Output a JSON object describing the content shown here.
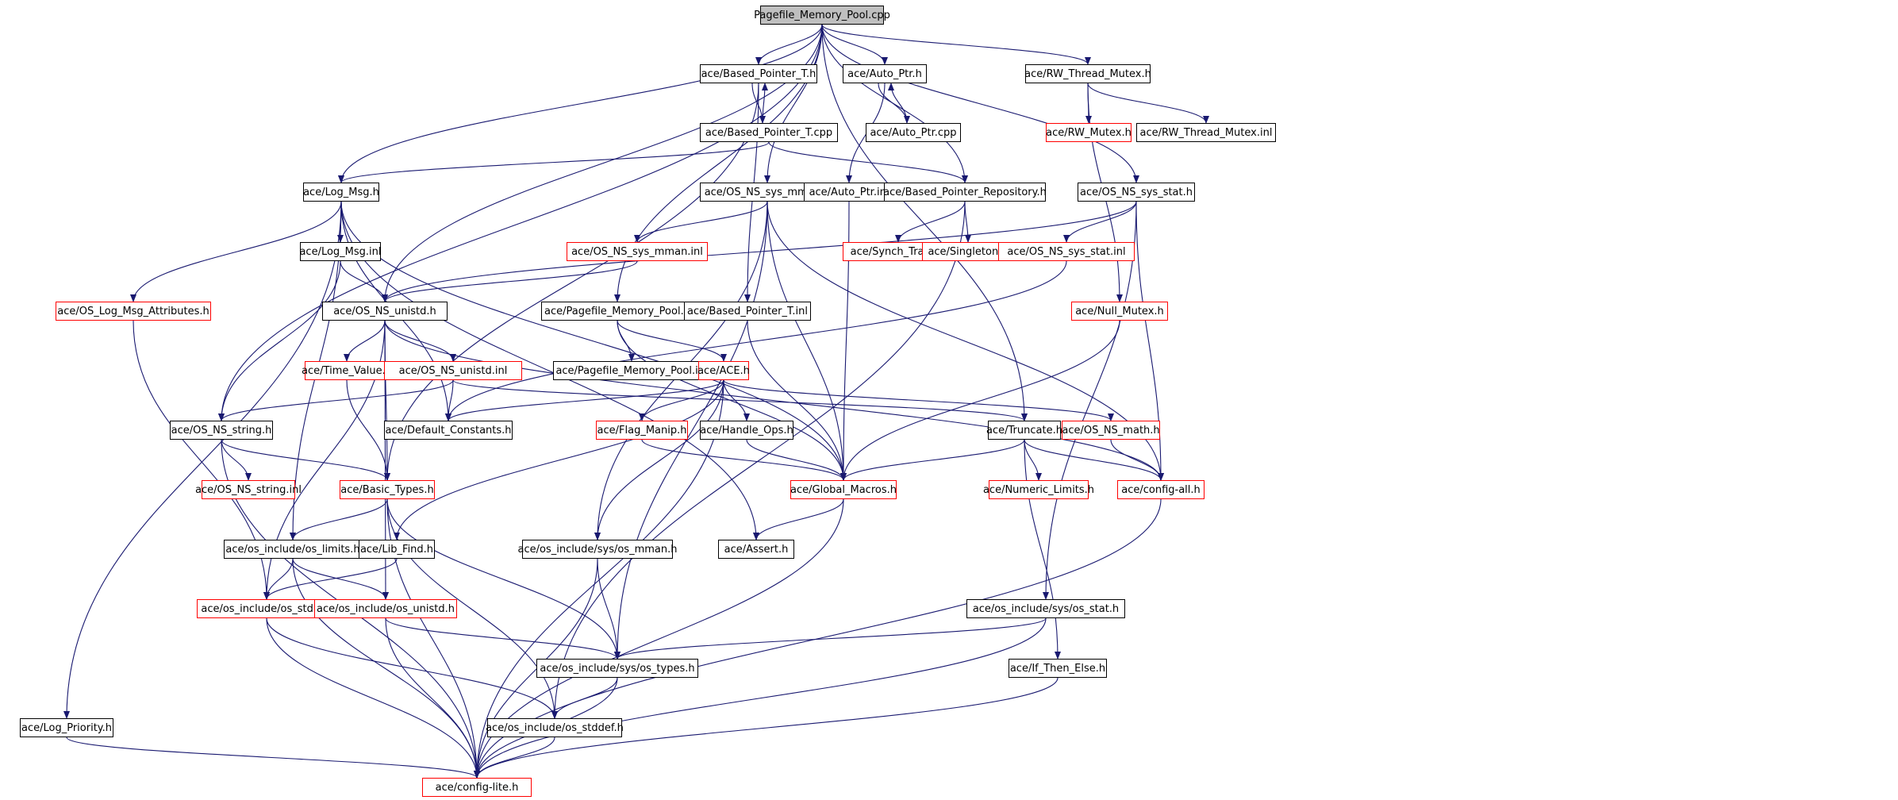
{
  "graph": {
    "root": "Pagefile_Memory_Pool.cpp",
    "edge_color": "#191970",
    "node_border_default": "#000000",
    "node_border_missing": "#ff0000",
    "root_fill": "#bfbfbf",
    "nodes": [
      {
        "id": "root",
        "label": "Pagefile_Memory_Pool.cpp",
        "border": "black",
        "root": true
      },
      {
        "id": "bpt_h",
        "label": "ace/Based_Pointer_T.h",
        "border": "black"
      },
      {
        "id": "autoptr_h",
        "label": "ace/Auto_Ptr.h",
        "border": "black"
      },
      {
        "id": "rwtm_h",
        "label": "ace/RW_Thread_Mutex.h",
        "border": "black"
      },
      {
        "id": "bpt_cpp",
        "label": "ace/Based_Pointer_T.cpp",
        "border": "black"
      },
      {
        "id": "autoptr_cpp",
        "label": "ace/Auto_Ptr.cpp",
        "border": "black"
      },
      {
        "id": "rwmutex_h",
        "label": "ace/RW_Mutex.h",
        "border": "red"
      },
      {
        "id": "rwtm_inl",
        "label": "ace/RW_Thread_Mutex.inl",
        "border": "black"
      },
      {
        "id": "logmsg_h",
        "label": "ace/Log_Msg.h",
        "border": "black"
      },
      {
        "id": "osmman_h",
        "label": "ace/OS_NS_sys_mman.h",
        "border": "black"
      },
      {
        "id": "autoptr_inl",
        "label": "ace/Auto_Ptr.inl",
        "border": "black"
      },
      {
        "id": "bpr_h",
        "label": "ace/Based_Pointer_Repository.h",
        "border": "black"
      },
      {
        "id": "osstat_h",
        "label": "ace/OS_NS_sys_stat.h",
        "border": "black"
      },
      {
        "id": "logmsg_inl",
        "label": "ace/Log_Msg.inl",
        "border": "black"
      },
      {
        "id": "osmman_inl",
        "label": "ace/OS_NS_sys_mman.inl",
        "border": "red"
      },
      {
        "id": "synch_traits",
        "label": "ace/Synch_Traits.h",
        "border": "red"
      },
      {
        "id": "singleton_h",
        "label": "ace/Singleton.h",
        "border": "red"
      },
      {
        "id": "osstat_inl",
        "label": "ace/OS_NS_sys_stat.inl",
        "border": "red"
      },
      {
        "id": "logattr_h",
        "label": "ace/OS_Log_Msg_Attributes.h",
        "border": "red"
      },
      {
        "id": "unistd_h",
        "label": "ace/OS_NS_unistd.h",
        "border": "black"
      },
      {
        "id": "pmp_h",
        "label": "ace/Pagefile_Memory_Pool.h",
        "border": "black"
      },
      {
        "id": "bpt_inl",
        "label": "ace/Based_Pointer_T.inl",
        "border": "black"
      },
      {
        "id": "nullmutex_h",
        "label": "ace/Null_Mutex.h",
        "border": "red"
      },
      {
        "id": "timevalue_h",
        "label": "ace/Time_Value.h",
        "border": "red"
      },
      {
        "id": "unistd_inl",
        "label": "ace/OS_NS_unistd.inl",
        "border": "red"
      },
      {
        "id": "pmp_inl",
        "label": "ace/Pagefile_Memory_Pool.inl",
        "border": "black"
      },
      {
        "id": "ace_h",
        "label": "ace/ACE.h",
        "border": "red"
      },
      {
        "id": "osstring_h",
        "label": "ace/OS_NS_string.h",
        "border": "black"
      },
      {
        "id": "defconst_h",
        "label": "ace/Default_Constants.h",
        "border": "black"
      },
      {
        "id": "flagmanip_h",
        "label": "ace/Flag_Manip.h",
        "border": "red"
      },
      {
        "id": "handleops_h",
        "label": "ace/Handle_Ops.h",
        "border": "black"
      },
      {
        "id": "truncate_h",
        "label": "ace/Truncate.h",
        "border": "black"
      },
      {
        "id": "osmath_h",
        "label": "ace/OS_NS_math.h",
        "border": "red"
      },
      {
        "id": "osstring_inl",
        "label": "ace/OS_NS_string.inl",
        "border": "red"
      },
      {
        "id": "basictypes_h",
        "label": "ace/Basic_Types.h",
        "border": "red"
      },
      {
        "id": "globalmacros_h",
        "label": "ace/Global_Macros.h",
        "border": "red"
      },
      {
        "id": "numlimits_h",
        "label": "ace/Numeric_Limits.h",
        "border": "red"
      },
      {
        "id": "configall_h",
        "label": "ace/config-all.h",
        "border": "red"
      },
      {
        "id": "oslimits_h",
        "label": "ace/os_include/os_limits.h",
        "border": "black"
      },
      {
        "id": "libfind_h",
        "label": "ace/Lib_Find.h",
        "border": "black"
      },
      {
        "id": "sysmman_h",
        "label": "ace/os_include/sys/os_mman.h",
        "border": "black"
      },
      {
        "id": "assert_h",
        "label": "ace/Assert.h",
        "border": "black"
      },
      {
        "id": "osstdio_h",
        "label": "ace/os_include/os_stdio.h",
        "border": "red"
      },
      {
        "id": "osunistd_h",
        "label": "ace/os_include/os_unistd.h",
        "border": "red"
      },
      {
        "id": "sysstat_h",
        "label": "ace/os_include/sys/os_stat.h",
        "border": "black"
      },
      {
        "id": "systypes_h",
        "label": "ace/os_include/sys/os_types.h",
        "border": "black"
      },
      {
        "id": "ifthenelse_h",
        "label": "ace/If_Then_Else.h",
        "border": "black"
      },
      {
        "id": "logprio_h",
        "label": "ace/Log_Priority.h",
        "border": "black"
      },
      {
        "id": "osstddef_h",
        "label": "ace/os_include/os_stddef.h",
        "border": "black"
      },
      {
        "id": "configlite_h",
        "label": "ace/config-lite.h",
        "border": "red"
      }
    ],
    "edges": [
      [
        "root",
        "bpt_h"
      ],
      [
        "root",
        "autoptr_h"
      ],
      [
        "root",
        "rwtm_h"
      ],
      [
        "root",
        "logmsg_h"
      ],
      [
        "root",
        "osmman_h"
      ],
      [
        "root",
        "bpr_h"
      ],
      [
        "root",
        "osstat_h"
      ],
      [
        "root",
        "unistd_h"
      ],
      [
        "root",
        "pmp_h"
      ],
      [
        "root",
        "osstring_h"
      ],
      [
        "root",
        "truncate_h"
      ],
      [
        "bpt_h",
        "bpt_cpp"
      ],
      [
        "bpt_cpp",
        "bpt_h"
      ],
      [
        "bpt_h",
        "bpt_inl"
      ],
      [
        "bpt_h",
        "basictypes_h"
      ],
      [
        "bpt_cpp",
        "logmsg_h"
      ],
      [
        "bpt_cpp",
        "bpr_h"
      ],
      [
        "autoptr_h",
        "autoptr_cpp"
      ],
      [
        "autoptr_cpp",
        "autoptr_h"
      ],
      [
        "autoptr_h",
        "autoptr_inl"
      ],
      [
        "rwtm_h",
        "rwmutex_h"
      ],
      [
        "rwtm_h",
        "rwtm_inl"
      ],
      [
        "rwtm_h",
        "nullmutex_h"
      ],
      [
        "logmsg_h",
        "logmsg_inl"
      ],
      [
        "logmsg_h",
        "logattr_h"
      ],
      [
        "logmsg_h",
        "logprio_h"
      ],
      [
        "logmsg_h",
        "globalmacros_h"
      ],
      [
        "logmsg_h",
        "defconst_h"
      ],
      [
        "logmsg_h",
        "assert_h"
      ],
      [
        "logmsg_h",
        "oslimits_h"
      ],
      [
        "logmsg_inl",
        "unistd_h"
      ],
      [
        "logmsg_inl",
        "osstring_h"
      ],
      [
        "osmman_h",
        "osmman_inl"
      ],
      [
        "osmman_h",
        "globalmacros_h"
      ],
      [
        "osmman_h",
        "sysmman_h"
      ],
      [
        "osmman_h",
        "systypes_h"
      ],
      [
        "osmman_h",
        "configall_h"
      ],
      [
        "osmman_inl",
        "unistd_h"
      ],
      [
        "autoptr_inl",
        "globalmacros_h"
      ],
      [
        "bpr_h",
        "synch_traits"
      ],
      [
        "bpr_h",
        "singleton_h"
      ],
      [
        "bpr_h",
        "osstddef_h"
      ],
      [
        "osstat_h",
        "osstat_inl"
      ],
      [
        "osstat_h",
        "sysstat_h"
      ],
      [
        "osstat_h",
        "configall_h"
      ],
      [
        "osstat_h",
        "unistd_h"
      ],
      [
        "osstat_inl",
        "defconst_h"
      ],
      [
        "logattr_h",
        "osstdio_h"
      ],
      [
        "unistd_h",
        "timevalue_h"
      ],
      [
        "unistd_h",
        "unistd_inl"
      ],
      [
        "unistd_h",
        "basictypes_h"
      ],
      [
        "unistd_h",
        "osunistd_h"
      ],
      [
        "unistd_h",
        "osstdio_h"
      ],
      [
        "unistd_h",
        "configall_h"
      ],
      [
        "pmp_h",
        "pmp_inl"
      ],
      [
        "pmp_h",
        "ace_h"
      ],
      [
        "pmp_h",
        "globalmacros_h"
      ],
      [
        "bpt_inl",
        "globalmacros_h"
      ],
      [
        "nullmutex_h",
        "globalmacros_h"
      ],
      [
        "timevalue_h",
        "basictypes_h"
      ],
      [
        "unistd_inl",
        "osstring_h"
      ],
      [
        "unistd_inl",
        "defconst_h"
      ],
      [
        "unistd_inl",
        "truncate_h"
      ],
      [
        "ace_h",
        "flagmanip_h"
      ],
      [
        "ace_h",
        "handleops_h"
      ],
      [
        "ace_h",
        "osmath_h"
      ],
      [
        "ace_h",
        "defconst_h"
      ],
      [
        "ace_h",
        "libfind_h"
      ],
      [
        "ace_h",
        "sysmman_h"
      ],
      [
        "ace_h",
        "configlite_h"
      ],
      [
        "osstring_h",
        "osstring_inl"
      ],
      [
        "osstring_h",
        "basictypes_h"
      ],
      [
        "osstring_h",
        "configlite_h"
      ],
      [
        "flagmanip_h",
        "globalmacros_h"
      ],
      [
        "handleops_h",
        "globalmacros_h"
      ],
      [
        "truncate_h",
        "globalmacros_h"
      ],
      [
        "truncate_h",
        "numlimits_h"
      ],
      [
        "truncate_h",
        "configall_h"
      ],
      [
        "truncate_h",
        "ifthenelse_h"
      ],
      [
        "osmath_h",
        "configall_h"
      ],
      [
        "basictypes_h",
        "oslimits_h"
      ],
      [
        "basictypes_h",
        "configlite_h"
      ],
      [
        "basictypes_h",
        "systypes_h"
      ],
      [
        "basictypes_h",
        "osstddef_h"
      ],
      [
        "globalmacros_h",
        "assert_h"
      ],
      [
        "globalmacros_h",
        "configlite_h"
      ],
      [
        "configall_h",
        "configlite_h"
      ],
      [
        "oslimits_h",
        "osstdio_h"
      ],
      [
        "oslimits_h",
        "osunistd_h"
      ],
      [
        "oslimits_h",
        "configlite_h"
      ],
      [
        "libfind_h",
        "osstdio_h"
      ],
      [
        "sysmman_h",
        "systypes_h"
      ],
      [
        "sysmman_h",
        "configlite_h"
      ],
      [
        "osstdio_h",
        "osstddef_h"
      ],
      [
        "osstdio_h",
        "configlite_h"
      ],
      [
        "osunistd_h",
        "systypes_h"
      ],
      [
        "osunistd_h",
        "configlite_h"
      ],
      [
        "sysstat_h",
        "systypes_h"
      ],
      [
        "sysstat_h",
        "configlite_h"
      ],
      [
        "systypes_h",
        "osstddef_h"
      ],
      [
        "systypes_h",
        "configlite_h"
      ],
      [
        "ifthenelse_h",
        "configlite_h"
      ],
      [
        "logprio_h",
        "configlite_h"
      ],
      [
        "osstddef_h",
        "configlite_h"
      ]
    ]
  }
}
